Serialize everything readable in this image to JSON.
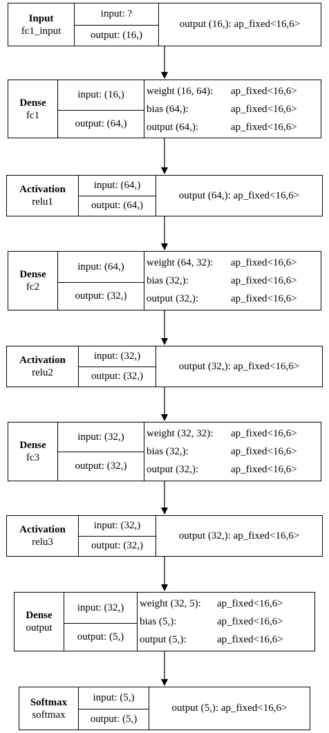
{
  "layers": [
    {
      "type": "Input",
      "name": "fc1_input",
      "input": "input: ?",
      "output": "output: (16,)",
      "details": [
        {
          "label": "output (16,):",
          "value": "ap_fixed<16,6>"
        }
      ]
    },
    {
      "type": "Dense",
      "name": "fc1",
      "input": "input: (16,)",
      "output": "output: (64,)",
      "details": [
        {
          "label": "weight (16, 64):",
          "value": "ap_fixed<16,6>"
        },
        {
          "label": "bias (64,):",
          "value": "ap_fixed<16,6>"
        },
        {
          "label": "output (64,):",
          "value": "ap_fixed<16,6>"
        }
      ]
    },
    {
      "type": "Activation",
      "name": "relu1",
      "input": "input: (64,)",
      "output": "output: (64,)",
      "details": [
        {
          "label": "output (64,):",
          "value": "ap_fixed<16,6>"
        }
      ]
    },
    {
      "type": "Dense",
      "name": "fc2",
      "input": "input: (64,)",
      "output": "output: (32,)",
      "details": [
        {
          "label": "weight (64, 32):",
          "value": "ap_fixed<16,6>"
        },
        {
          "label": "bias (32,):",
          "value": "ap_fixed<16,6>"
        },
        {
          "label": "output (32,):",
          "value": "ap_fixed<16,6>"
        }
      ]
    },
    {
      "type": "Activation",
      "name": "relu2",
      "input": "input: (32,)",
      "output": "output: (32,)",
      "details": [
        {
          "label": "output (32,):",
          "value": "ap_fixed<16,6>"
        }
      ]
    },
    {
      "type": "Dense",
      "name": "fc3",
      "input": "input: (32,)",
      "output": "output: (32,)",
      "details": [
        {
          "label": "weight (32, 32):",
          "value": "ap_fixed<16,6>"
        },
        {
          "label": "bias (32,):",
          "value": "ap_fixed<16,6>"
        },
        {
          "label": "output (32,):",
          "value": "ap_fixed<16,6>"
        }
      ]
    },
    {
      "type": "Activation",
      "name": "relu3",
      "input": "input: (32,)",
      "output": "output: (32,)",
      "details": [
        {
          "label": "output (32,):",
          "value": "ap_fixed<16,6>"
        }
      ]
    },
    {
      "type": "Dense",
      "name": "output",
      "input": "input: (32,)",
      "output": "output: (5,)",
      "details": [
        {
          "label": "weight (32, 5):",
          "value": "ap_fixed<16,6>"
        },
        {
          "label": "bias (5,):",
          "value": "ap_fixed<16,6>"
        },
        {
          "label": "output (5,):",
          "value": "ap_fixed<16,6>"
        }
      ]
    },
    {
      "type": "Softmax",
      "name": "softmax",
      "input": "input: (5,)",
      "output": "output: (5,)",
      "details": [
        {
          "label": "output (5,):",
          "value": "ap_fixed<16,6>"
        }
      ]
    }
  ]
}
